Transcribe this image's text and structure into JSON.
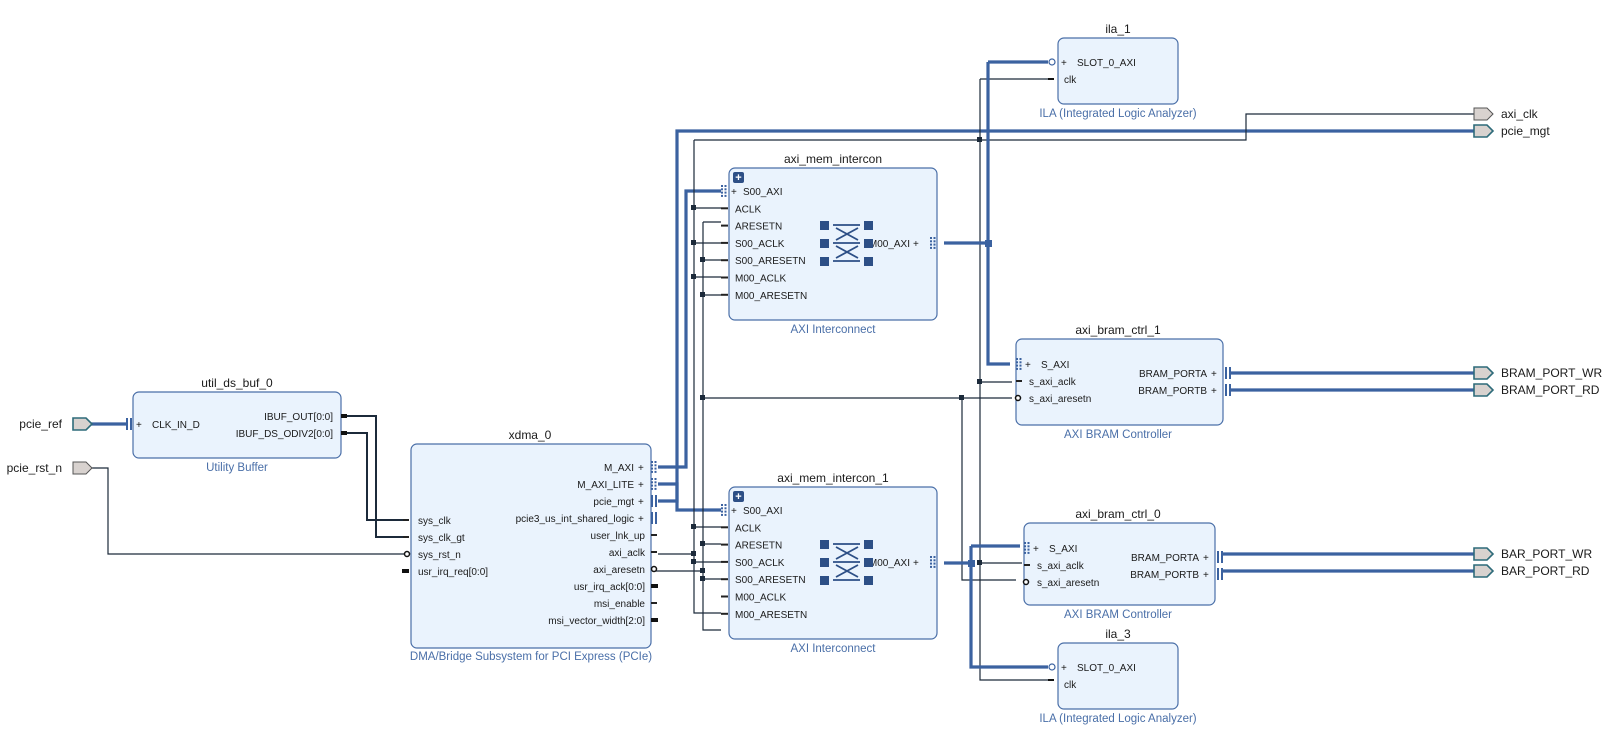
{
  "external_ports": {
    "pcie_ref": "pcie_ref",
    "pcie_rst_n": "pcie_rst_n",
    "axi_clk": "axi_clk",
    "pcie_mgt": "pcie_mgt",
    "bram_port_wr": "BRAM_PORT_WR",
    "bram_port_rd": "BRAM_PORT_RD",
    "bar_port_wr": "BAR_PORT_WR",
    "bar_port_rd": "BAR_PORT_RD"
  },
  "blocks": {
    "util_ds_buf_0": {
      "name": "util_ds_buf_0",
      "ip": "Utility Buffer",
      "pins": {
        "clk_in_d": "CLK_IN_D",
        "ibuf_out": "IBUF_OUT[0:0]",
        "ibuf_ds_odiv2": "IBUF_DS_ODIV2[0:0]"
      }
    },
    "xdma_0": {
      "name": "xdma_0",
      "ip": "DMA/Bridge Subsystem for PCI Express (PCIe)",
      "left_pins": [
        "sys_clk",
        "sys_clk_gt",
        "sys_rst_n",
        "usr_irq_req[0:0]"
      ],
      "right_pins": [
        "M_AXI",
        "M_AXI_LITE",
        "pcie_mgt",
        "pcie3_us_int_shared_logic",
        "user_lnk_up",
        "axi_aclk",
        "axi_aresetn",
        "usr_irq_ack[0:0]",
        "msi_enable",
        "msi_vector_width[2:0]"
      ]
    },
    "axi_mem_intercon": {
      "name": "axi_mem_intercon",
      "ip": "AXI Interconnect",
      "left_pins": [
        "S00_AXI",
        "ACLK",
        "ARESETN",
        "S00_ACLK",
        "S00_ARESETN",
        "M00_ACLK",
        "M00_ARESETN"
      ],
      "right_pin": "M00_AXI"
    },
    "axi_mem_intercon_1": {
      "name": "axi_mem_intercon_1",
      "ip": "AXI Interconnect",
      "left_pins": [
        "S00_AXI",
        "ACLK",
        "ARESETN",
        "S00_ACLK",
        "S00_ARESETN",
        "M00_ACLK",
        "M00_ARESETN"
      ],
      "right_pin": "M00_AXI"
    },
    "ila_1": {
      "name": "ila_1",
      "ip": "ILA (Integrated Logic Analyzer)",
      "pins": [
        "SLOT_0_AXI",
        "clk"
      ]
    },
    "ila_3": {
      "name": "ila_3",
      "ip": "ILA (Integrated Logic Analyzer)",
      "pins": [
        "SLOT_0_AXI",
        "clk"
      ]
    },
    "axi_bram_ctrl_1": {
      "name": "axi_bram_ctrl_1",
      "ip": "AXI BRAM Controller",
      "left_pins": [
        "S_AXI",
        "s_axi_aclk",
        "s_axi_aresetn"
      ],
      "right_pins": [
        "BRAM_PORTA",
        "BRAM_PORTB"
      ]
    },
    "axi_bram_ctrl_0": {
      "name": "axi_bram_ctrl_0",
      "ip": "AXI BRAM Controller",
      "left_pins": [
        "S_AXI",
        "s_axi_aclk",
        "s_axi_aresetn"
      ],
      "right_pins": [
        "BRAM_PORTA",
        "BRAM_PORTB"
      ]
    }
  },
  "colors": {
    "bus": "#3b62a0",
    "wire": "#1c2a3a",
    "block_fill": "#eaf3fd",
    "block_stroke": "#4a6fa8",
    "port_fill": "#d8d2cf"
  }
}
